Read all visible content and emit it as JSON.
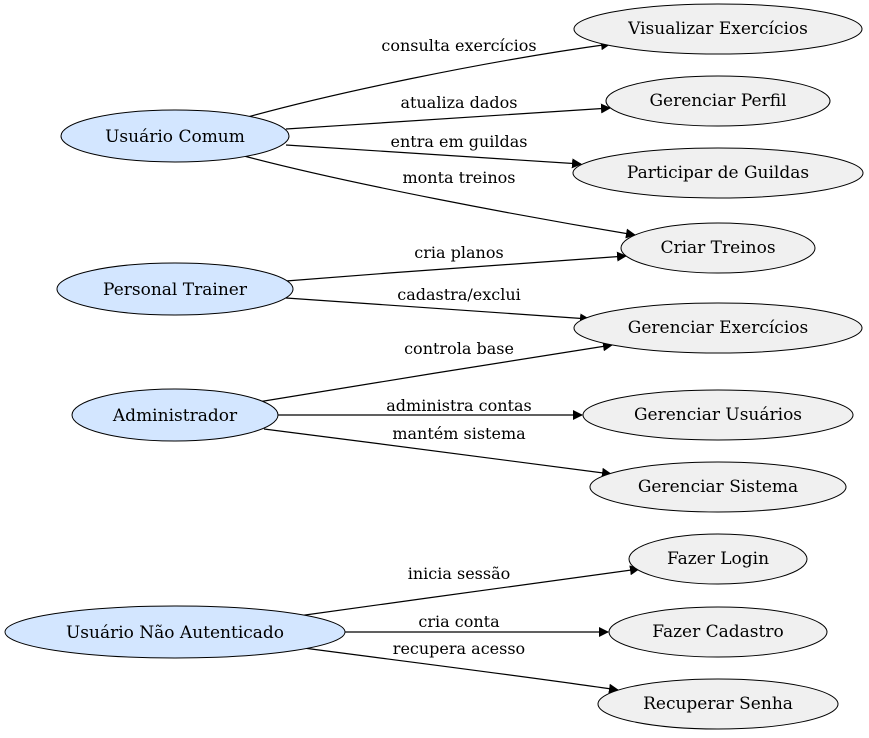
{
  "colors": {
    "actor_fill": "#d3e6ff",
    "usecase_fill": "#f0f0f0",
    "stroke": "#000000"
  },
  "actors": {
    "usuario_comum": "Usuário Comum",
    "personal_trainer": "Personal Trainer",
    "administrador": "Administrador",
    "nao_autenticado": "Usuário Não Autenticado"
  },
  "usecases": {
    "visualizar_exercicios": "Visualizar Exercícios",
    "gerenciar_perfil": "Gerenciar Perfil",
    "participar_guildas": "Participar de Guildas",
    "criar_treinos": "Criar Treinos",
    "gerenciar_exercicios": "Gerenciar Exercícios",
    "gerenciar_usuarios": "Gerenciar Usuários",
    "gerenciar_sistema": "Gerenciar Sistema",
    "fazer_login": "Fazer Login",
    "fazer_cadastro": "Fazer Cadastro",
    "recuperar_senha": "Recuperar Senha"
  },
  "edges": {
    "consulta_exercicios": "consulta exercícios",
    "atualiza_dados": "atualiza dados",
    "entra_em_guildas": "entra em guildas",
    "monta_treinos": "monta treinos",
    "cria_planos": "cria planos",
    "cadastra_exclui": "cadastra/exclui",
    "controla_base": "controla base",
    "administra_contas": "administra contas",
    "mantem_sistema": "mantém sistema",
    "inicia_sessao": "inicia sessão",
    "cria_conta": "cria conta",
    "recupera_acesso": "recupera acesso"
  }
}
